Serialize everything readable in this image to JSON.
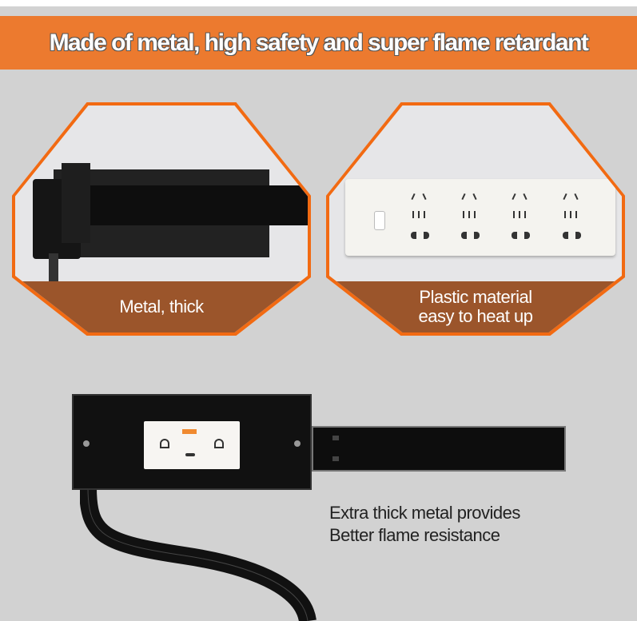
{
  "banner": {
    "title": "Made of metal, high safety and super flame retardant"
  },
  "panels": [
    {
      "label_lines": [
        "Metal, thick"
      ]
    },
    {
      "label_lines": [
        "Plastic material",
        "easy to heat up"
      ]
    }
  ],
  "bottom": {
    "description_lines": [
      "Extra thick metal provides",
      "Better flame resistance"
    ]
  },
  "colors": {
    "accent": "#ec7a2f",
    "label_band": "#9b552b",
    "background": "#d2d2d2"
  }
}
